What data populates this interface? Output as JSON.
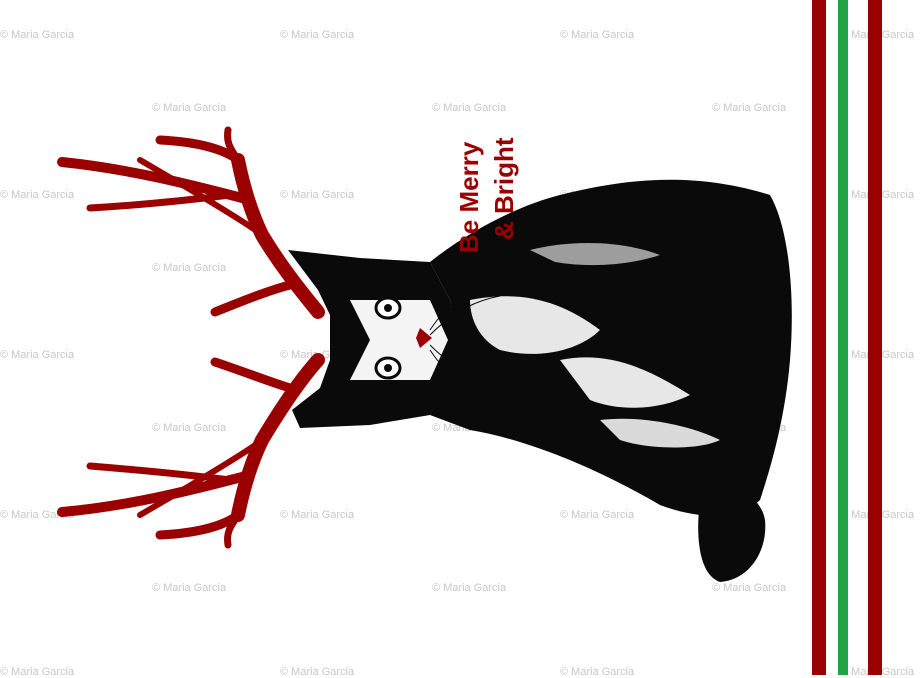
{
  "artwork": {
    "greeting_line1": "Be Merry",
    "greeting_line2": "& Bright",
    "watermark_text": "© Maria Garcia",
    "colors": {
      "red": "#9b0000",
      "green": "#22a345",
      "black": "#0a0a0a",
      "watermark": "#c8c8c8"
    },
    "subject": "cat-with-antlers-icon"
  }
}
